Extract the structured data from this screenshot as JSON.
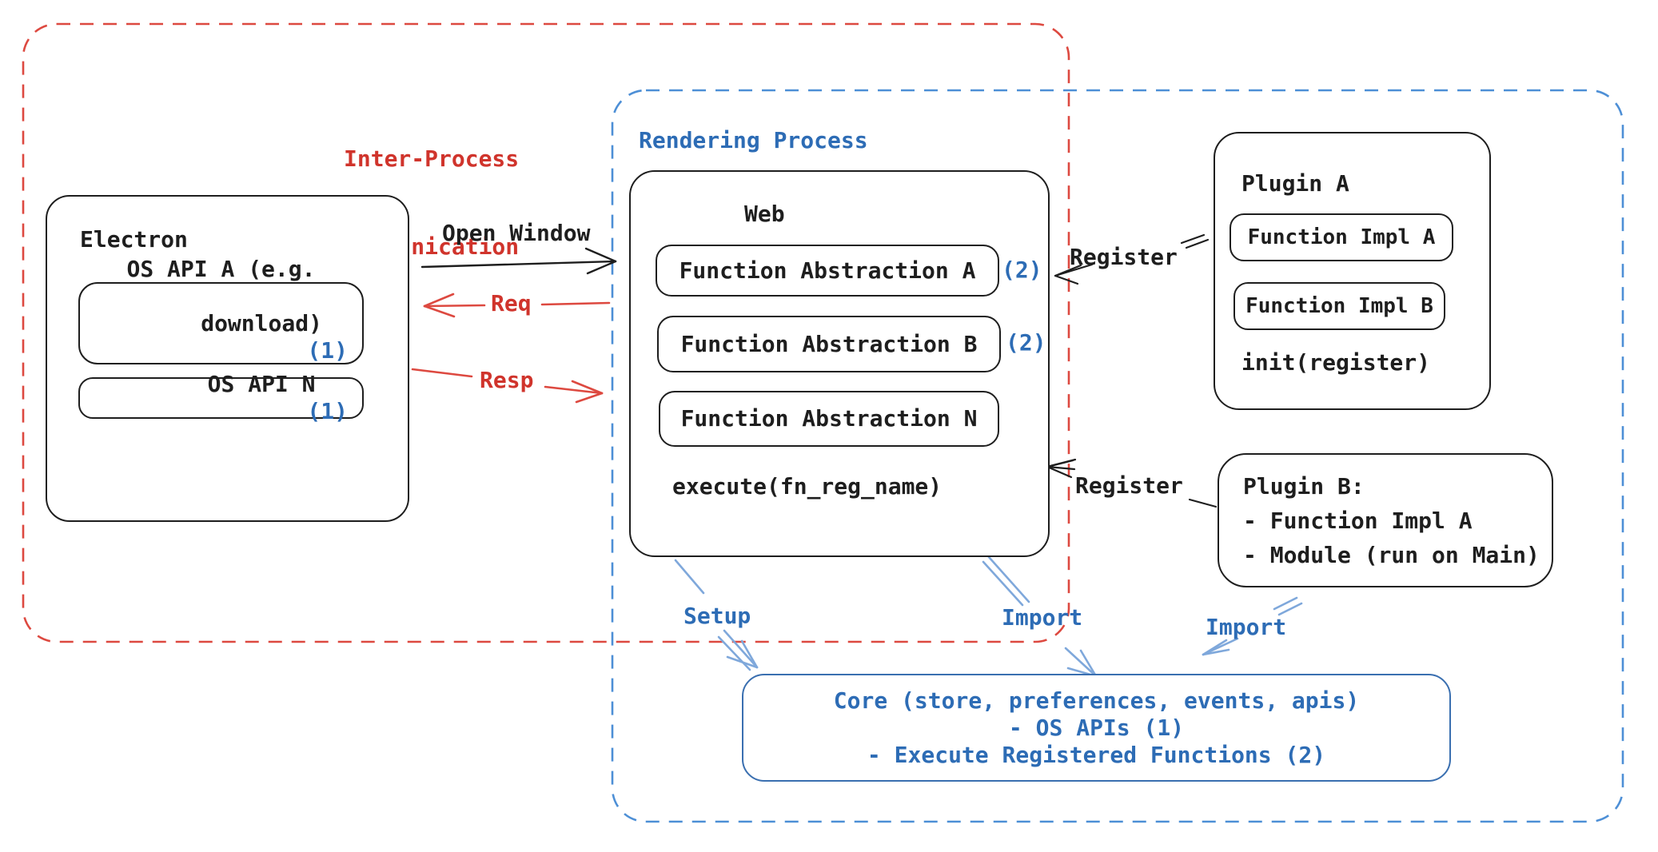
{
  "ipc": {
    "title_line1": "Inter-Process",
    "title_line2": "Communication"
  },
  "rendering": {
    "title": "Rendering Process"
  },
  "electron": {
    "title": "Electron",
    "api_a_line1": "OS API A (e.g.",
    "api_a_line2": "download)",
    "api_a_ref": "(1)",
    "api_n": "OS API N",
    "api_n_ref": "(1)"
  },
  "web": {
    "title": "Web",
    "fa_a": "Function Abstraction A",
    "fa_a_ref": "(2)",
    "fa_b": "Function Abstraction B",
    "fa_b_ref": "(2)",
    "fa_n": "Function Abstraction N",
    "execute": "execute(fn_reg_name)"
  },
  "plugin_a": {
    "title": "Plugin A",
    "impl_a": "Function Impl A",
    "impl_b": "Function Impl B",
    "init": "init(register)"
  },
  "plugin_b": {
    "title": "Plugin B:",
    "item1": "- Function Impl A",
    "item2": "- Module (run on Main)"
  },
  "core": {
    "line1": "Core (store, preferences, events, apis)",
    "line2": "- OS APIs (1)",
    "line3": "- Execute Registered Functions (2)"
  },
  "labels": {
    "open_window": "Open Window",
    "req": "Req",
    "resp": "Resp",
    "register_top": "Register",
    "register_bottom": "Register",
    "setup": "Setup",
    "import_web": "Import",
    "import_plugin": "Import"
  },
  "colors": {
    "black": "#1e1e1e",
    "red_text": "#d0342c",
    "red_line": "#dd4940",
    "blue_text": "#2d6cb5",
    "blue_dash": "#4d8fd6",
    "blue_arrow": "#7fa8db",
    "core_border": "#3a6fb0"
  }
}
